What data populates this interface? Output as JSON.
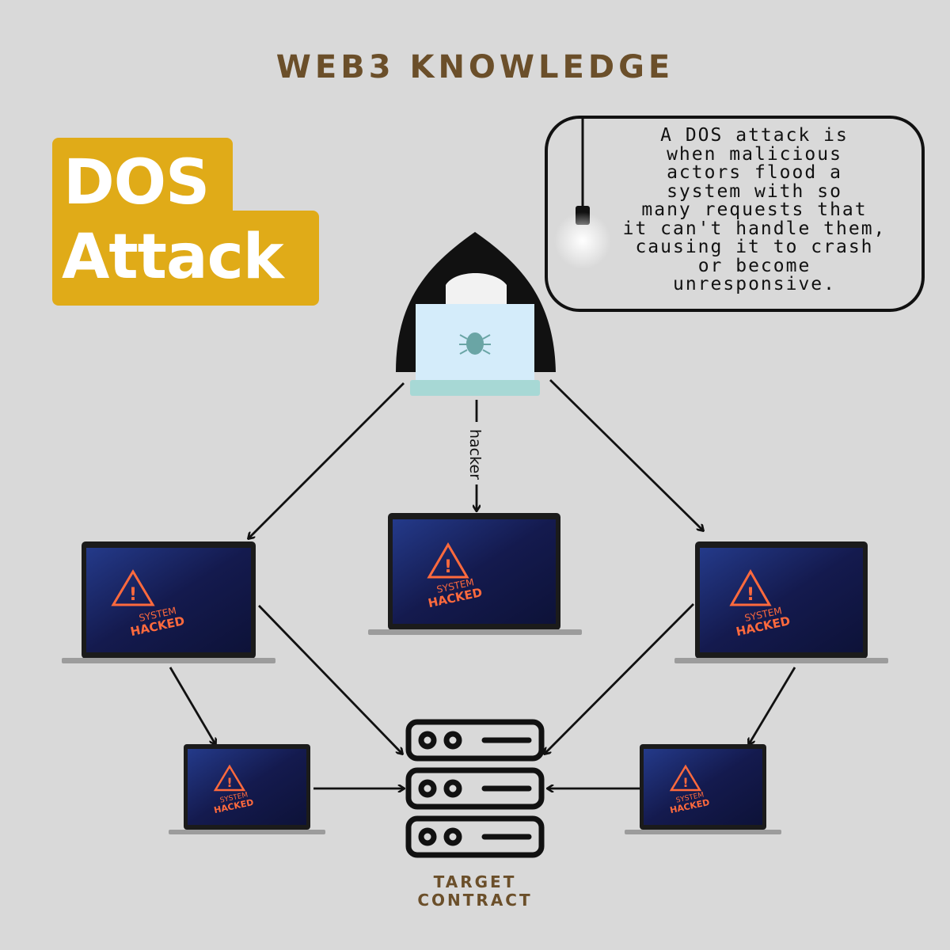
{
  "header": {
    "title": "WEB3 KNOWLEDGE"
  },
  "badge": {
    "line1": "DOS",
    "line2": "Attack"
  },
  "callout": {
    "lines": [
      "A DOS  attack is",
      "when malicious",
      "actors flood a",
      "system with so",
      "many requests that",
      "it can't handle them,",
      "causing it to crash",
      "or become",
      "unresponsive."
    ]
  },
  "hacker": {
    "label": "hacker"
  },
  "compromised_devices": {
    "screen_title": "SYSTEM",
    "screen_subtitle": "HACKED"
  },
  "target": {
    "line1": "TARGET",
    "line2": "CONTRACT"
  },
  "colors": {
    "background": "#d9d9d9",
    "accent": "#e0ab18",
    "heading": "#6b4f2a",
    "screen": "#1a2260",
    "warning": "#ff6a3d"
  }
}
